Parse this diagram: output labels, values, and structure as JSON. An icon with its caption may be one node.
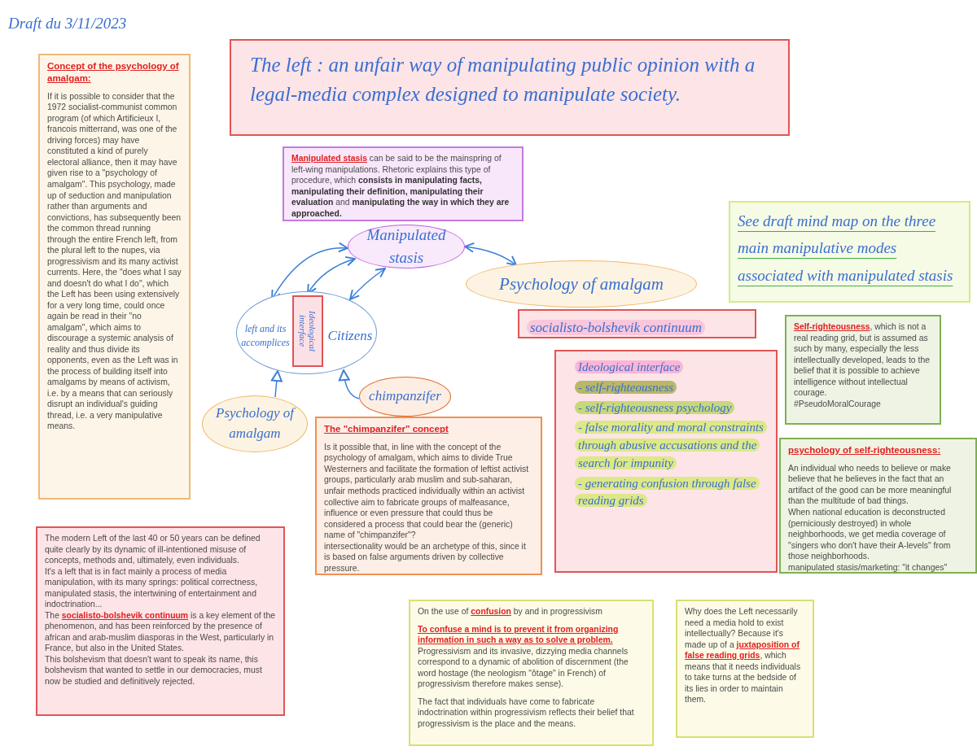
{
  "diagram": {
    "nodes": [
      {
        "text": [
          "The left : an unfair way of manipulating public opinion with a legal-media complex designed to manipulate society."
        ]
      },
      {
        "text": [
          "Concept of the psychology of amalgam:",
          "If it is possible to consider that the 1972 socialist-communist common program (of which Artificieux I, francois mitterrand, was one of the driving forces) may have constituted a kind of purely electoral alliance, then it may have given rise to a \"psychology of amalgam\". This psychology, made up of seduction and manipulation rather than arguments and convictions, has subsequently been the common thread running through the entire French left, from the plural left to the nupes, via progressivism and its many activist currents. Here, the \"does what I say and doesn't do what I do\", which the Left has been using extensively for a very long time, could once again be read in their \"no amalgam\", which aims to discourage a systemic analysis of reality and thus divide its opponents, even as the Left was in the process of building itself into amalgams by means of activism, i.e. by a means that can seriously disrupt an individual's guiding thread, i.e. a very manipulative means."
        ]
      },
      {
        "text": [
          "*Manipulated stasis* can be said to be the mainspring of left-wing manipulations. Rhetoric explains this type of procedure, which **consists in manipulating facts, manipulating their definition, manipulating their evaluation** and **manipulating the way in which they are approached.**"
        ]
      },
      {
        "text": [
          "Manipulated stasis"
        ]
      },
      {
        "text": [],
        "shape": "ellipse"
      },
      {
        "text": [
          "left and its accomplices"
        ],
        "in": 4
      },
      {
        "text": [
          "Ideological interface"
        ],
        "in": 4
      },
      {
        "text": [
          "Citizens"
        ],
        "in": 4
      },
      {
        "text": [
          "Psychology of amalgam"
        ]
      },
      {
        "text": [
          "socialisto-bolshevik continuum"
        ]
      },
      {
        "text": [
          "See draft mind map on the three main manipulative modes associated with manipulated stasis"
        ]
      },
      {
        "text": [
          "Ideological interface",
          "- self-righteousness",
          "- self-righteousness psychology",
          "- false morality and moral constraints through abusive accusations and the search for impunity",
          "- generating confusion through false reading grids"
        ]
      },
      {
        "text": [
          "*Self-righteousness*, which is not a real reading grid, but is assumed as such by many, especially the less intellectually developed, leads to the belief that it is possible to achieve intelligence without intellectual courage.",
          "#PseudoMoralCourage"
        ]
      },
      {
        "text": [
          "psychology of self-righteousness:",
          "An individual who needs to believe or make believe that he believes in the fact that an artifact of the good can be more meaningful than the multitude of bad things.",
          "When national education is deconstructed (perniciously destroyed) in whole neighborhoods, we get media coverage of \"singers who don't have their A-levels\" from those neighborhoods.",
          "manipulated stasis/marketing: \"it changes\""
        ]
      },
      {
        "text": [
          "Psychology of amalgam"
        ]
      },
      {
        "text": [
          "chimpanzifer"
        ]
      },
      {
        "text": [
          "The \"chimpanzifer\" concept",
          "Is it possible that, in line with the concept of the psychology of amalgam, which aims to divide True Westerners and facilitate the formation of leftist activist groups, particularly arab muslim and sub-saharan, unfair methods practiced individually within an activist collective aim to fabricate groups of malfeasance, influence or even pressure that could thus be considered a process that could bear the (generic) name of \"chimpanzifer\"?",
          "intersectionality would be an archetype of this, since it is based on false arguments driven by collective pressure."
        ]
      },
      {
        "text": [
          "The modern Left of the last 40 or 50 years can be defined quite clearly by its dynamic of ill-intentioned misuse of concepts, methods and, ultimately, even individuals.",
          "It's a left that is in fact mainly a process of media manipulation, with its many springs: political correctness, manipulated stasis, the intertwining of entertainment and indoctrination...",
          "The *socialisto-bolshevik continuum* is a key element of the phenomenon, and has been reinforced by the presence of african and arab-muslim diasporas in the West, particularly in France, but also in the United States.",
          "This bolshevism that doesn't want to speak its name, this bolshevism that wanted to settle in our democracies, must now be studied and definitively rejected."
        ]
      },
      {
        "text": [
          "On the use of *confusion* by and in progressivism",
          "*To confuse a mind is to prevent it from organizing information in such a way as to solve a problem.* Progressivism and its invasive, dizzying media channels correspond to a dynamic of abolition of discernment (the word hostage (the neologism \"ôtage\" in French) of progressivism therefore makes sense).",
          "The fact that individuals have come to fabricate indoctrination within progressivism reflects their belief that progressivism is the place and the means."
        ]
      },
      {
        "text": [
          "Why does the Left necessarily need a media hold to exist intellectually? Because it's made up of a *juxtaposition of false reading grids*, which means that it needs individuals to take turns at the bedside of its lies in order to maintain them."
        ]
      }
    ],
    "edges": [
      {
        "from": 3,
        "to": 5,
        "arrow": "both"
      },
      {
        "from": 3,
        "to": 6,
        "arrow": "both"
      },
      {
        "from": 3,
        "to": 7,
        "arrow": "both"
      },
      {
        "from": 3,
        "to": 8,
        "arrow": "both"
      },
      {
        "from": 14,
        "to": 5,
        "arrow": "to"
      },
      {
        "from": 15,
        "to": 7,
        "arrow": "to"
      }
    ],
    "labels": [
      "Draft du 3/11/2023"
    ]
  }
}
